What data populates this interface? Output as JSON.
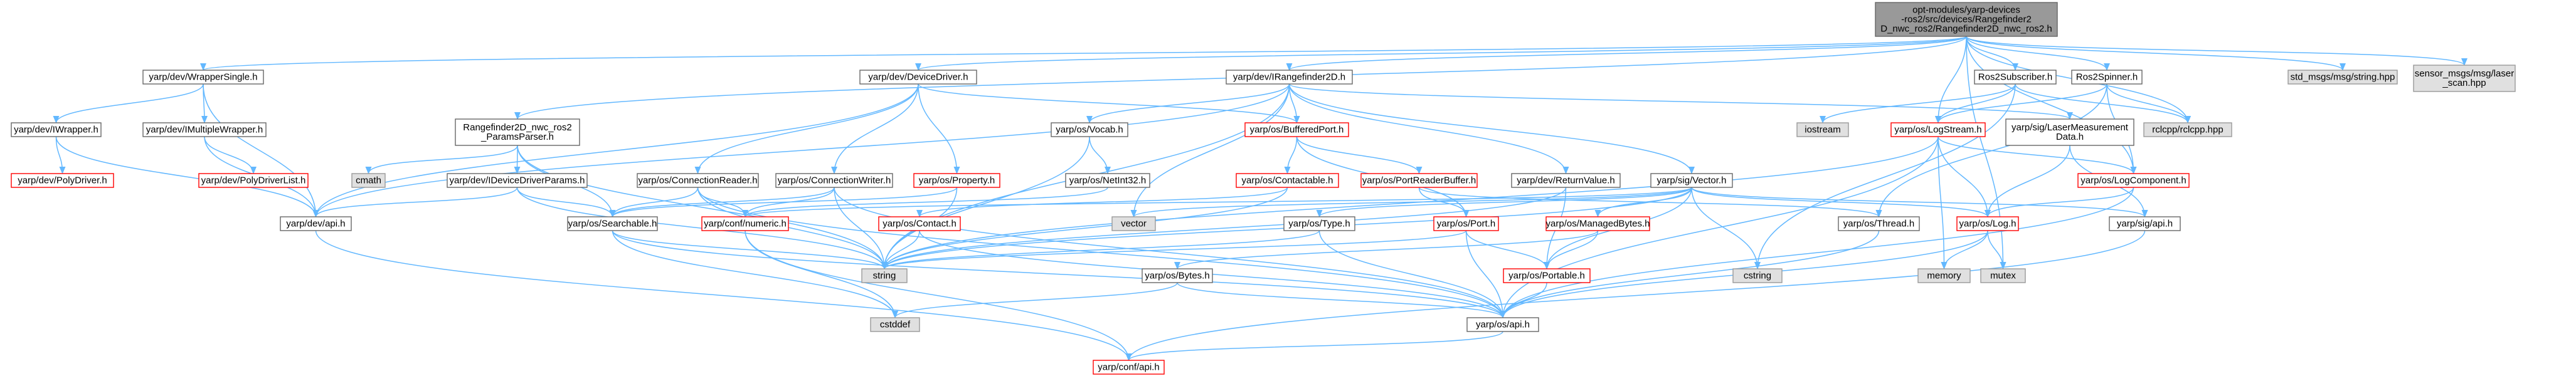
{
  "colors": {
    "edge": "#63b8ff",
    "default_fill": "#ffffff",
    "default_border": "#666666",
    "root_fill": "#999999",
    "external_fill": "#e0e0e0",
    "external_border": "#999999",
    "incomplete_border": "#ff0000",
    "text": "#000000"
  },
  "nodes": [
    {
      "id": "root",
      "lines": [
        "opt-modules/yarp-devices",
        "-ros2/src/devices/Rangefinder2",
        "D_nwc_ros2/Rangefinder2D_nwc_ros2.h"
      ],
      "style": "root"
    },
    {
      "id": "wrappersingle",
      "lines": [
        "yarp/dev/WrapperSingle.h"
      ],
      "style": "default"
    },
    {
      "id": "devicedriver",
      "lines": [
        "yarp/dev/DeviceDriver.h"
      ],
      "style": "default"
    },
    {
      "id": "irangefinder",
      "lines": [
        "yarp/dev/IRangefinder2D.h"
      ],
      "style": "default"
    },
    {
      "id": "ros2subscriber",
      "lines": [
        "Ros2Subscriber.h"
      ],
      "style": "default"
    },
    {
      "id": "ros2spinner",
      "lines": [
        "Ros2Spinner.h"
      ],
      "style": "default"
    },
    {
      "id": "stdstring",
      "lines": [
        "std_msgs/msg/string.hpp"
      ],
      "style": "external"
    },
    {
      "id": "laserscan",
      "lines": [
        "sensor_msgs/msg/laser",
        "_scan.hpp"
      ],
      "style": "external"
    },
    {
      "id": "iwrapper",
      "lines": [
        "yarp/dev/IWrapper.h"
      ],
      "style": "default"
    },
    {
      "id": "imultiplewrapper",
      "lines": [
        "yarp/dev/IMultipleWrapper.h"
      ],
      "style": "default"
    },
    {
      "id": "paramsparser",
      "lines": [
        "Rangefinder2D_nwc_ros2",
        "_ParamsParser.h"
      ],
      "style": "default"
    },
    {
      "id": "vocab",
      "lines": [
        "yarp/os/Vocab.h"
      ],
      "style": "default"
    },
    {
      "id": "bufferedport",
      "lines": [
        "yarp/os/BufferedPort.h"
      ],
      "style": "incomplete"
    },
    {
      "id": "iostream",
      "lines": [
        "iostream"
      ],
      "style": "external"
    },
    {
      "id": "logstream",
      "lines": [
        "yarp/os/LogStream.h"
      ],
      "style": "incomplete"
    },
    {
      "id": "lasermeas",
      "lines": [
        "yarp/sig/LaserMeasurement",
        "Data.h"
      ],
      "style": "default"
    },
    {
      "id": "rclcpp",
      "lines": [
        "rclcpp/rclcpp.hpp"
      ],
      "style": "external"
    },
    {
      "id": "polydriver",
      "lines": [
        "yarp/dev/PolyDriver.h"
      ],
      "style": "incomplete"
    },
    {
      "id": "polydriverlist",
      "lines": [
        "yarp/dev/PolyDriverList.h"
      ],
      "style": "incomplete"
    },
    {
      "id": "cmath",
      "lines": [
        "cmath"
      ],
      "style": "external"
    },
    {
      "id": "idevicedriverparams",
      "lines": [
        "yarp/dev/IDeviceDriverParams.h"
      ],
      "style": "default"
    },
    {
      "id": "connectionreader",
      "lines": [
        "yarp/os/ConnectionReader.h"
      ],
      "style": "default"
    },
    {
      "id": "connectionwriter",
      "lines": [
        "yarp/os/ConnectionWriter.h"
      ],
      "style": "default"
    },
    {
      "id": "property",
      "lines": [
        "yarp/os/Property.h"
      ],
      "style": "incomplete"
    },
    {
      "id": "netint32",
      "lines": [
        "yarp/os/NetInt32.h"
      ],
      "style": "default"
    },
    {
      "id": "contactable",
      "lines": [
        "yarp/os/Contactable.h"
      ],
      "style": "incomplete"
    },
    {
      "id": "portreaderbuffer",
      "lines": [
        "yarp/os/PortReaderBuffer.h"
      ],
      "style": "incomplete"
    },
    {
      "id": "returnvalue",
      "lines": [
        "yarp/dev/ReturnValue.h"
      ],
      "style": "default"
    },
    {
      "id": "sigvector",
      "lines": [
        "yarp/sig/Vector.h"
      ],
      "style": "default"
    },
    {
      "id": "logcomponent",
      "lines": [
        "yarp/os/LogComponent.h"
      ],
      "style": "incomplete"
    },
    {
      "id": "devapi",
      "lines": [
        "yarp/dev/api.h"
      ],
      "style": "default"
    },
    {
      "id": "searchable",
      "lines": [
        "yarp/os/Searchable.h"
      ],
      "style": "default"
    },
    {
      "id": "confnumeric",
      "lines": [
        "yarp/conf/numeric.h"
      ],
      "style": "incomplete"
    },
    {
      "id": "contact",
      "lines": [
        "yarp/os/Contact.h"
      ],
      "style": "incomplete"
    },
    {
      "id": "vector",
      "lines": [
        "vector"
      ],
      "style": "external"
    },
    {
      "id": "ostype",
      "lines": [
        "yarp/os/Type.h"
      ],
      "style": "default"
    },
    {
      "id": "port",
      "lines": [
        "yarp/os/Port.h"
      ],
      "style": "incomplete"
    },
    {
      "id": "managedbytes",
      "lines": [
        "yarp/os/ManagedBytes.h"
      ],
      "style": "incomplete"
    },
    {
      "id": "thread",
      "lines": [
        "yarp/os/Thread.h"
      ],
      "style": "default"
    },
    {
      "id": "log",
      "lines": [
        "yarp/os/Log.h"
      ],
      "style": "incomplete"
    },
    {
      "id": "sigapi",
      "lines": [
        "yarp/sig/api.h"
      ],
      "style": "default"
    },
    {
      "id": "string",
      "lines": [
        "string"
      ],
      "style": "external"
    },
    {
      "id": "cstring",
      "lines": [
        "cstring"
      ],
      "style": "external"
    },
    {
      "id": "bytes",
      "lines": [
        "yarp/os/Bytes.h"
      ],
      "style": "default"
    },
    {
      "id": "portable",
      "lines": [
        "yarp/os/Portable.h"
      ],
      "style": "incomplete"
    },
    {
      "id": "memory",
      "lines": [
        "memory"
      ],
      "style": "external"
    },
    {
      "id": "mutex",
      "lines": [
        "mutex"
      ],
      "style": "external"
    },
    {
      "id": "cstddef",
      "lines": [
        "cstddef"
      ],
      "style": "external"
    },
    {
      "id": "osapi",
      "lines": [
        "yarp/os/api.h"
      ],
      "style": "default"
    },
    {
      "id": "confapi",
      "lines": [
        "yarp/conf/api.h"
      ],
      "style": "incomplete"
    }
  ],
  "edges": [
    [
      "root",
      "wrappersingle"
    ],
    [
      "root",
      "devicedriver"
    ],
    [
      "root",
      "irangefinder"
    ],
    [
      "root",
      "ros2subscriber"
    ],
    [
      "root",
      "ros2spinner"
    ],
    [
      "root",
      "stdstring"
    ],
    [
      "root",
      "laserscan"
    ],
    [
      "root",
      "paramsparser"
    ],
    [
      "root",
      "rclcpp"
    ],
    [
      "root",
      "logstream"
    ],
    [
      "root",
      "logcomponent"
    ],
    [
      "root",
      "mutex"
    ],
    [
      "wrappersingle",
      "iwrapper"
    ],
    [
      "wrappersingle",
      "imultiplewrapper"
    ],
    [
      "wrappersingle",
      "devapi"
    ],
    [
      "iwrapper",
      "polydriver"
    ],
    [
      "iwrapper",
      "devapi"
    ],
    [
      "imultiplewrapper",
      "polydriverlist"
    ],
    [
      "imultiplewrapper",
      "devapi"
    ],
    [
      "devicedriver",
      "devapi"
    ],
    [
      "devicedriver",
      "connectionreader"
    ],
    [
      "devicedriver",
      "connectionwriter"
    ],
    [
      "devicedriver",
      "property"
    ],
    [
      "devicedriver",
      "bufferedport"
    ],
    [
      "irangefinder",
      "vocab"
    ],
    [
      "irangefinder",
      "bufferedport"
    ],
    [
      "irangefinder",
      "lasermeas"
    ],
    [
      "irangefinder",
      "returnvalue"
    ],
    [
      "irangefinder",
      "sigvector"
    ],
    [
      "irangefinder",
      "vector"
    ],
    [
      "irangefinder",
      "string"
    ],
    [
      "irangefinder",
      "devapi"
    ],
    [
      "ros2subscriber",
      "iostream"
    ],
    [
      "ros2subscriber",
      "logstream"
    ],
    [
      "ros2subscriber",
      "cstring"
    ],
    [
      "ros2subscriber",
      "rclcpp"
    ],
    [
      "ros2spinner",
      "logstream"
    ],
    [
      "ros2spinner",
      "thread"
    ],
    [
      "ros2spinner",
      "rclcpp"
    ],
    [
      "ros2spinner",
      "logcomponent"
    ],
    [
      "paramsparser",
      "cmath"
    ],
    [
      "paramsparser",
      "idevicedriverparams"
    ],
    [
      "paramsparser",
      "searchable"
    ],
    [
      "paramsparser",
      "string"
    ],
    [
      "idevicedriverparams",
      "devapi"
    ],
    [
      "idevicedriverparams",
      "searchable"
    ],
    [
      "idevicedriverparams",
      "string"
    ],
    [
      "connectionreader",
      "searchable"
    ],
    [
      "connectionreader",
      "confnumeric"
    ],
    [
      "connectionreader",
      "string"
    ],
    [
      "connectionreader",
      "osapi"
    ],
    [
      "connectionwriter",
      "searchable"
    ],
    [
      "connectionwriter",
      "string"
    ],
    [
      "connectionwriter",
      "osapi"
    ],
    [
      "connectionwriter",
      "confnumeric"
    ],
    [
      "property",
      "string"
    ],
    [
      "property",
      "searchable"
    ],
    [
      "vocab",
      "netint32"
    ],
    [
      "vocab",
      "string"
    ],
    [
      "netint32",
      "confnumeric"
    ],
    [
      "bufferedport",
      "contactable"
    ],
    [
      "bufferedport",
      "portreaderbuffer"
    ],
    [
      "bufferedport",
      "port"
    ],
    [
      "contactable",
      "contact"
    ],
    [
      "contactable",
      "string"
    ],
    [
      "portreaderbuffer",
      "port"
    ],
    [
      "portreaderbuffer",
      "thread"
    ],
    [
      "lasermeas",
      "log"
    ],
    [
      "lasermeas",
      "sigapi"
    ],
    [
      "logstream",
      "log"
    ],
    [
      "logstream",
      "logcomponent"
    ],
    [
      "logstream",
      "osapi"
    ],
    [
      "logstream",
      "string"
    ],
    [
      "logstream",
      "memory"
    ],
    [
      "logcomponent",
      "log"
    ],
    [
      "logcomponent",
      "osapi"
    ],
    [
      "returnvalue",
      "string"
    ],
    [
      "returnvalue",
      "portable"
    ],
    [
      "sigvector",
      "ostype"
    ],
    [
      "sigvector",
      "managedbytes"
    ],
    [
      "sigvector",
      "portable"
    ],
    [
      "sigvector",
      "confnumeric"
    ],
    [
      "sigvector",
      "cstring"
    ],
    [
      "sigvector",
      "string"
    ],
    [
      "sigvector",
      "vector"
    ],
    [
      "sigvector",
      "log"
    ],
    [
      "sigvector",
      "sigapi"
    ],
    [
      "devapi",
      "confapi"
    ],
    [
      "searchable",
      "string"
    ],
    [
      "searchable",
      "cstddef"
    ],
    [
      "searchable",
      "osapi"
    ],
    [
      "confnumeric",
      "confapi"
    ],
    [
      "confnumeric",
      "cstddef"
    ],
    [
      "contact",
      "string"
    ],
    [
      "contact",
      "osapi"
    ],
    [
      "ostype",
      "string"
    ],
    [
      "ostype",
      "osapi"
    ],
    [
      "port",
      "portable"
    ],
    [
      "port",
      "string"
    ],
    [
      "port",
      "osapi"
    ],
    [
      "managedbytes",
      "bytes"
    ],
    [
      "managedbytes",
      "portable"
    ],
    [
      "thread",
      "osapi"
    ],
    [
      "log",
      "memory"
    ],
    [
      "log",
      "mutex"
    ],
    [
      "log",
      "osapi"
    ],
    [
      "sigapi",
      "confapi"
    ],
    [
      "bytes",
      "cstddef"
    ],
    [
      "bytes",
      "osapi"
    ],
    [
      "portable",
      "osapi"
    ],
    [
      "osapi",
      "confapi"
    ]
  ]
}
